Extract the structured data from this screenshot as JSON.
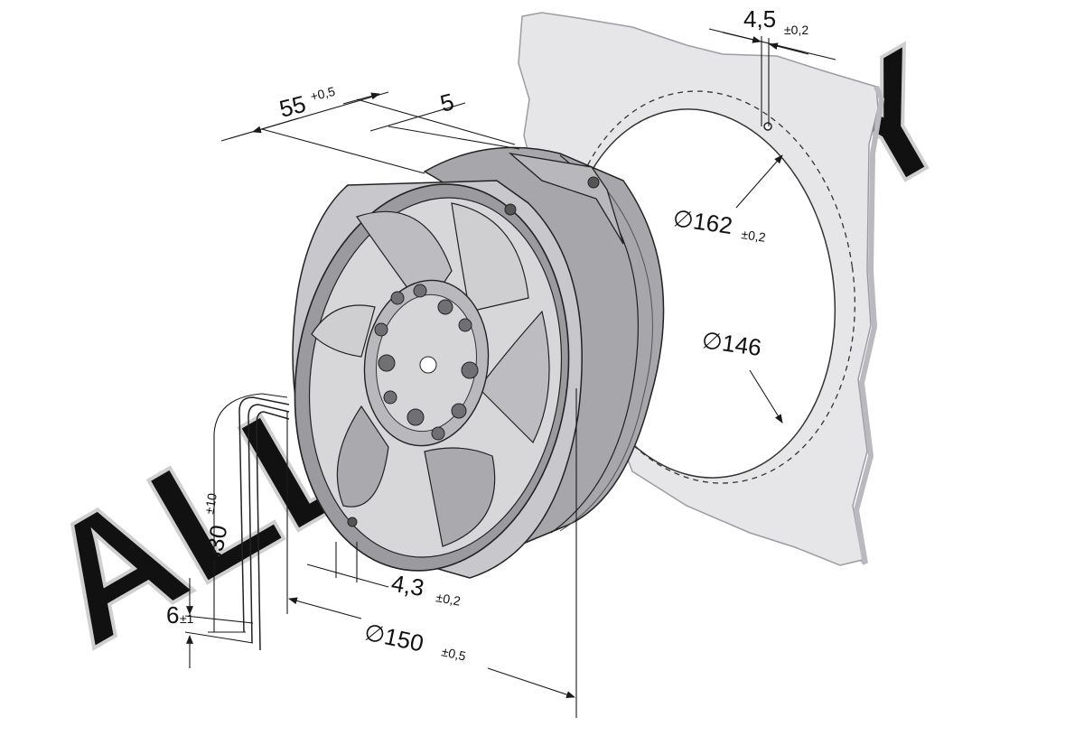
{
  "watermark": {
    "text": "ALL-FAN.PY",
    "color": "#cfcfcf"
  },
  "colors": {
    "panel": "#e6e6e9",
    "panel_edge": "#b9b9c0",
    "fan_dark": "#8b8b90",
    "fan_mid": "#b4b4b8",
    "fan_light": "#dcdcde",
    "line": "#1a1a1a"
  },
  "dimensions": {
    "panel_thickness": {
      "value": "4,5",
      "tolerance": "±0,2"
    },
    "cutout_diameter_outer": {
      "value": "∅162",
      "tolerance": "±0,2"
    },
    "cutout_diameter_inner": {
      "value": "∅146"
    },
    "depth": {
      "value": "55",
      "tolerance": "+0,5"
    },
    "flange": {
      "value": "5"
    },
    "mount_hole": {
      "value": "4,3",
      "tolerance": "±0,2"
    },
    "fan_diameter": {
      "value": "∅150",
      "tolerance": "±0,5"
    },
    "lead_length": {
      "value": "330",
      "tolerance": "±10"
    },
    "lead_strip": {
      "value": "6",
      "tolerance": "±1"
    }
  }
}
